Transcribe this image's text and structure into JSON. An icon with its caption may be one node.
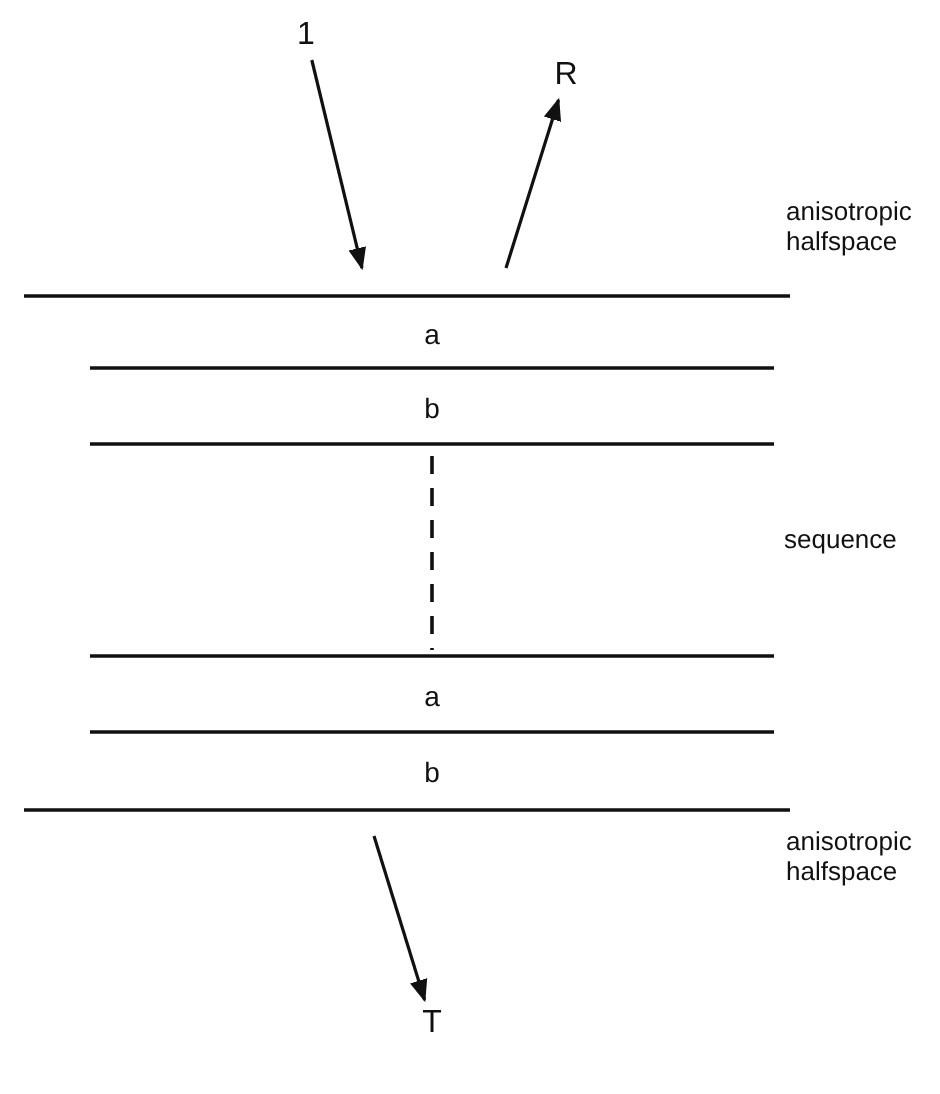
{
  "diagram": {
    "nodes": [
      {
        "text": [
          "1"
        ]
      },
      {
        "text": [
          "R"
        ]
      },
      {
        "text": [
          "a"
        ]
      },
      {
        "text": [
          "b"
        ]
      },
      {
        "text": [
          "a"
        ]
      },
      {
        "text": [
          "b"
        ]
      },
      {
        "text": [
          "T"
        ]
      }
    ],
    "edges": [
      {
        "from": 0,
        "to": null,
        "arrow": "to"
      },
      {
        "from": null,
        "to": 1,
        "arrow": "to"
      },
      {
        "from": null,
        "to": 6,
        "arrow": "to"
      }
    ],
    "labels": [
      "anisotropic halfspace",
      "sequence",
      "anisotropic halfspace"
    ]
  }
}
